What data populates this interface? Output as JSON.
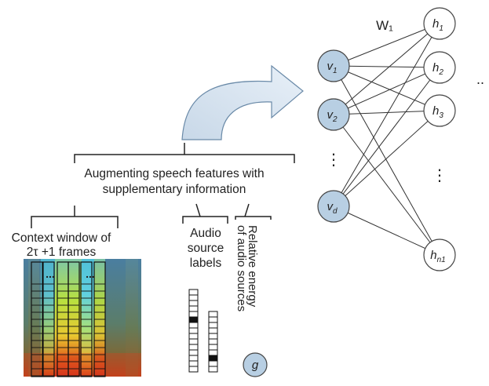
{
  "augment_label_line1": "Augmenting speech features with",
  "augment_label_line2": "supplementary information",
  "context_label_line1": "Context window of",
  "context_label_line2": "2τ +1 frames",
  "audio_label_line1": "Audio",
  "audio_label_line2": "source",
  "audio_label_line3": "labels",
  "energy_label_line1": "Relative energy",
  "energy_label_line2": "of audio sources",
  "energy_symbol": "g",
  "weight_label": "W₁",
  "visible_nodes": [
    {
      "base": "v",
      "sub": "1"
    },
    {
      "base": "v",
      "sub": "2"
    },
    {
      "base": "v",
      "sub": "d"
    }
  ],
  "hidden_nodes": [
    {
      "base": "h",
      "sub": "1"
    },
    {
      "base": "h",
      "sub": "2"
    },
    {
      "base": "h",
      "sub": "3"
    },
    {
      "base": "h",
      "sub": "n1"
    }
  ],
  "ellipsis_vertical": "⋮",
  "ellipsis_dots": "...",
  "side_dots": "..",
  "colors": {
    "visible_fill": "#b8cfe3",
    "arrow_fill": "#dce8f2",
    "spectrogram_hot": "#d8301c",
    "spectrogram_mid": "#e6e020",
    "spectrogram_cool": "#58c8d8"
  }
}
